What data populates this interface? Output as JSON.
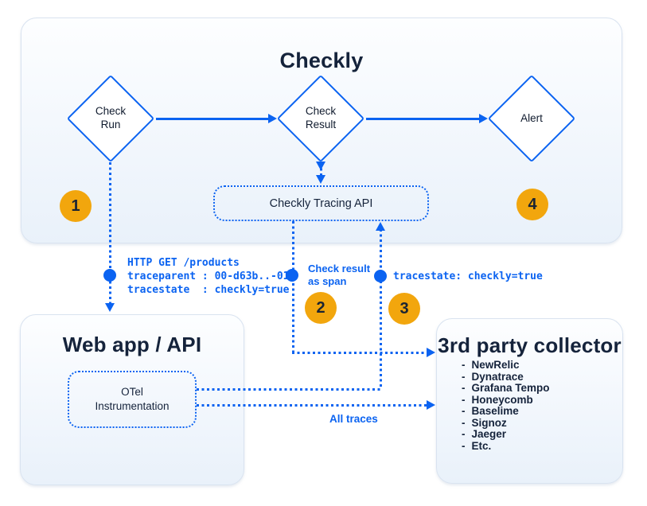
{
  "colors": {
    "accent_blue": "#0B63F1",
    "badge_orange": "#F2A60D",
    "navy_text": "#15233B",
    "panel_border": "#D9E3F0"
  },
  "checkly": {
    "title": "Checkly",
    "nodes": [
      {
        "label": "Check\nRun"
      },
      {
        "label": "Check\nResult"
      },
      {
        "label": "Alert"
      }
    ],
    "tracing_api_label": "Checkly Tracing API"
  },
  "badges": {
    "one": "1",
    "two": "2",
    "three": "3",
    "four": "4"
  },
  "annotations": {
    "http_block": "HTTP GET /products\ntraceparent : 00-d63b..-01\ntracestate  : checkly=true",
    "check_result_as_span": "Check result\nas span",
    "tracestate_label": "tracestate: checkly=true",
    "all_traces": "All traces"
  },
  "webapp": {
    "title": "Web app / API",
    "otel_label": "OTel\nInstrumentation"
  },
  "collector": {
    "title": "3rd party collector",
    "bullet": "-",
    "items": [
      "NewRelic",
      "Dynatrace",
      "Grafana Tempo",
      "Honeycomb",
      "Baselime",
      "Signoz",
      "Jaeger",
      "Etc."
    ]
  }
}
